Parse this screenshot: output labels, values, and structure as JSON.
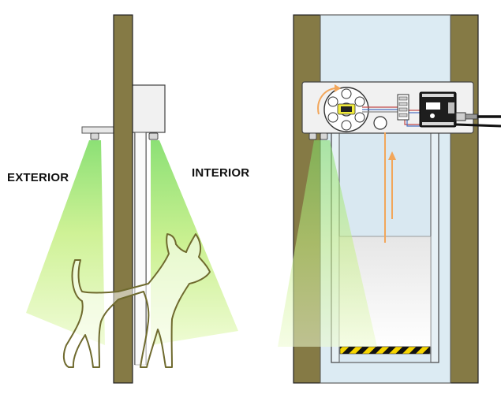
{
  "labels": {
    "exterior": "EXTERIOR",
    "interior": "INTERIOR"
  },
  "colors": {
    "wall": "#857a45",
    "wall_stroke": "#222222",
    "glass": "#dcebf3",
    "beam": "#c8f07a",
    "housing": "#f1f1f1",
    "arrow": "#f2a65a",
    "hazard_yellow": "#f5d400",
    "hazard_black": "#111111"
  },
  "icons": [
    "dog-outline",
    "motion-sensor",
    "motor-pulley",
    "relay-board",
    "arduino-board",
    "power-cable",
    "hazard-stripe"
  ]
}
